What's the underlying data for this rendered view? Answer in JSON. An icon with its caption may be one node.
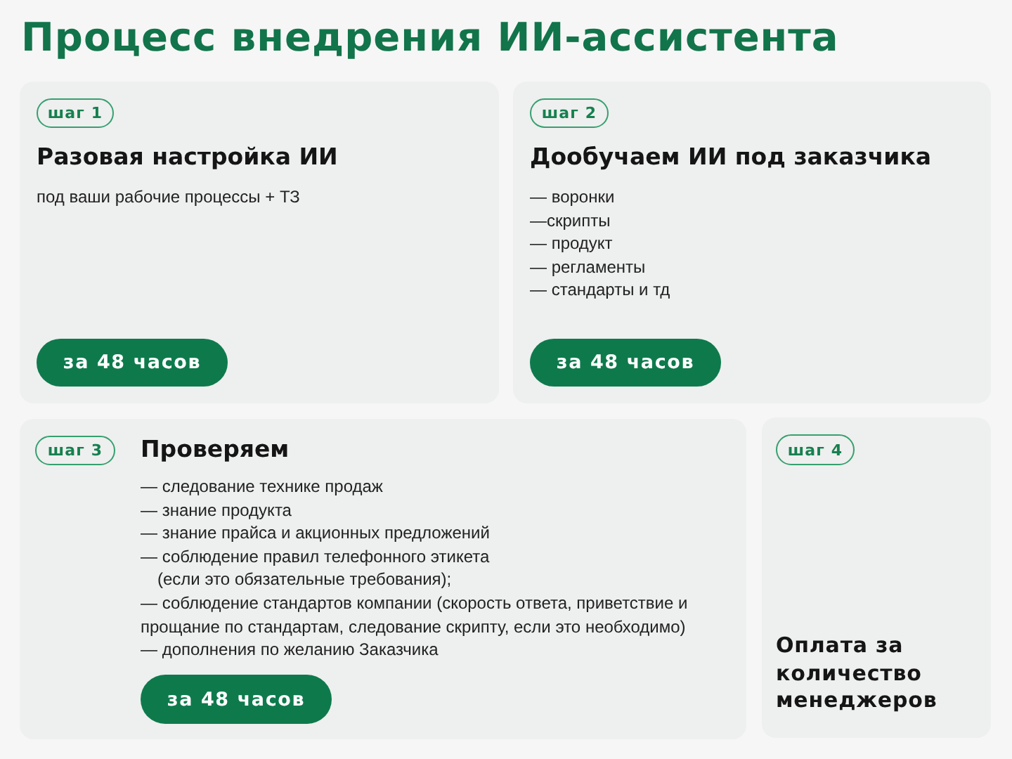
{
  "diagram": {
    "title": "Процесс внедрения ИИ-ассистента",
    "nodes": [
      {
        "text": [
          "Разовая настройка ИИ",
          "под ваши рабочие процессы + ТЗ"
        ]
      },
      {
        "text": [
          "шаг 1"
        ],
        "in": 0
      },
      {
        "text": [
          "за 48 часов"
        ],
        "in": 0
      },
      {
        "text": [
          "Дообучаем ИИ под заказчика",
          "— воронки",
          "—скрипты",
          "— продукт",
          "— регламенты",
          "— стандарты и тд"
        ]
      },
      {
        "text": [
          "шаг 2"
        ],
        "in": 3
      },
      {
        "text": [
          "за 48 часов"
        ],
        "in": 3
      },
      {
        "text": [
          "Проверяем",
          "— следование технике продаж",
          "— знание продукта",
          "— знание прайса и акционных предложений",
          "— соблюдение правил телефонного этикета (если это обязательные требования);",
          "— соблюдение стандартов компании (скорость ответа, приветствие и прощание по стандартам, следование скрипту, если это необходимо)",
          "— дополнения по желанию Заказчика"
        ]
      },
      {
        "text": [
          "шаг 3"
        ],
        "in": 6
      },
      {
        "text": [
          "за 48 часов"
        ],
        "in": 6
      },
      {
        "text": [
          "Оплата за количество менеджеров"
        ]
      },
      {
        "text": [
          "шаг 4"
        ],
        "in": 9
      }
    ]
  }
}
